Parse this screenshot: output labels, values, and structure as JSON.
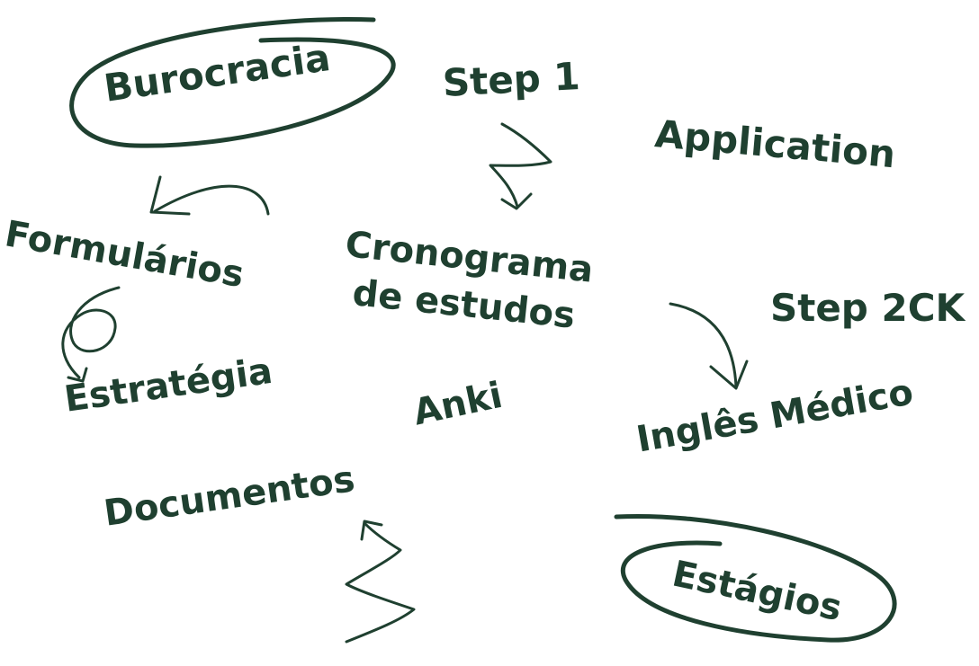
{
  "ink_color": "#1f4030",
  "background": "#ffffff",
  "words": {
    "burocracia": "Burocracia",
    "step1": "Step 1",
    "application": "Application",
    "formularios": "Formulários",
    "cronograma_line1": "Cronograma",
    "cronograma_line2": "de estudos",
    "step2ck": "Step 2CK",
    "estrategia": "Estratégia",
    "anki": "Anki",
    "ingles_medico": "Inglês Médico",
    "documentos": "Documentos",
    "estagios": "Estágios"
  },
  "doodles": [
    "circle-outline",
    "squiggle-arrow",
    "curved-arrow",
    "loop-arrow",
    "zigzag-arrow"
  ]
}
